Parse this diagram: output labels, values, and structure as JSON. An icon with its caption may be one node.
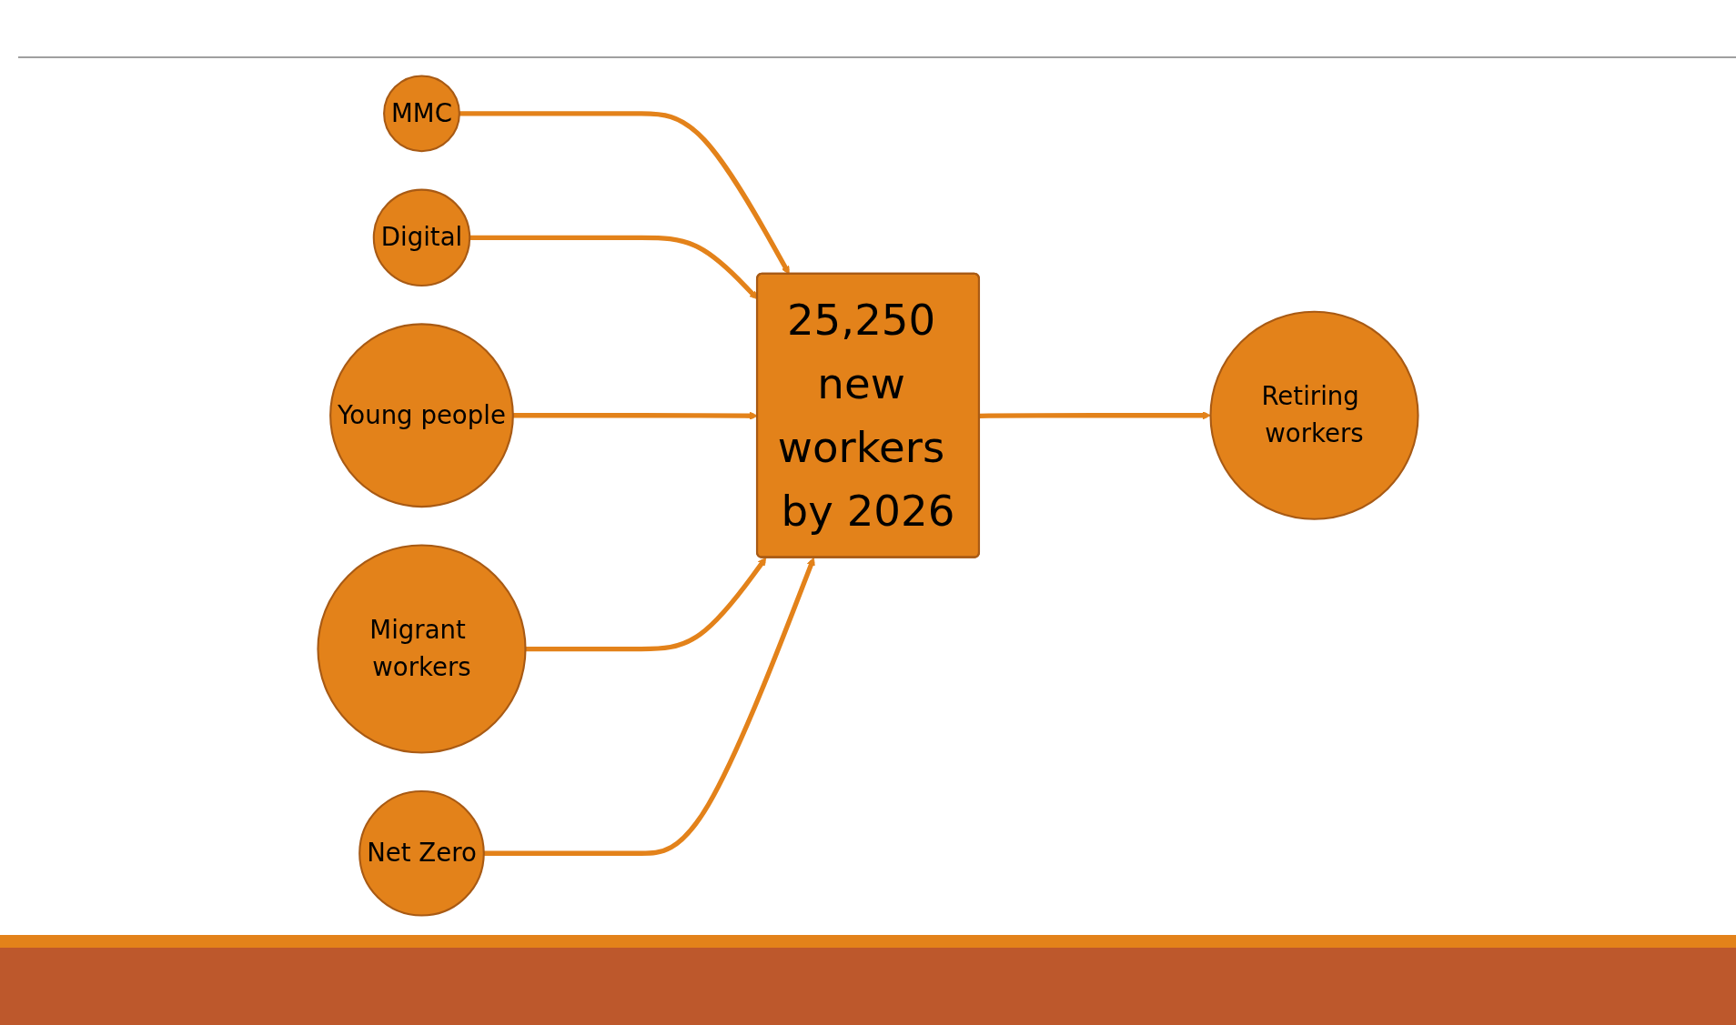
{
  "diagram": {
    "nodes": [
      {
        "text": [
          "MMC"
        ]
      },
      {
        "text": [
          "Digital"
        ]
      },
      {
        "text": [
          "Young people"
        ]
      },
      {
        "text": [
          "Migrant workers"
        ]
      },
      {
        "text": [
          "25,250 new workers by 2026"
        ]
      },
      {
        "text": [
          "Retiring workers"
        ]
      },
      {
        "text": [
          "Net Zero"
        ]
      }
    ],
    "edges": [
      {
        "from": 0,
        "to": 4,
        "arrow": "to"
      },
      {
        "from": 1,
        "to": 4,
        "arrow": "to"
      },
      {
        "from": 2,
        "to": 4,
        "arrow": "to"
      },
      {
        "from": 3,
        "to": 4,
        "arrow": "to"
      },
      {
        "from": 4,
        "to": 5,
        "arrow": "to"
      },
      {
        "from": 6,
        "to": 4,
        "arrow": "to"
      }
    ]
  }
}
